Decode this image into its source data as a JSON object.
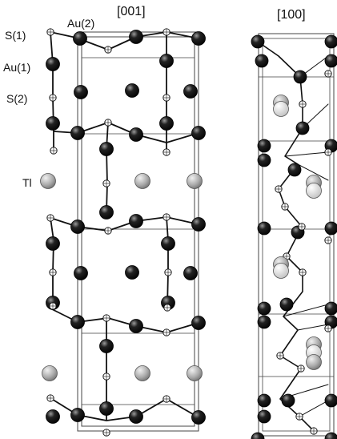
{
  "panels": {
    "left_title": "[001]",
    "right_title": "[100]"
  },
  "labels": {
    "s1": "S(1)",
    "au2": "Au(2)",
    "au1": "Au(1)",
    "s2": "S(2)",
    "tl": "Tl"
  },
  "colors": {
    "au": "#111111",
    "s": "#ffffff",
    "tl": "#a8a8a8",
    "bond": "#111111",
    "cell": "#444444"
  }
}
